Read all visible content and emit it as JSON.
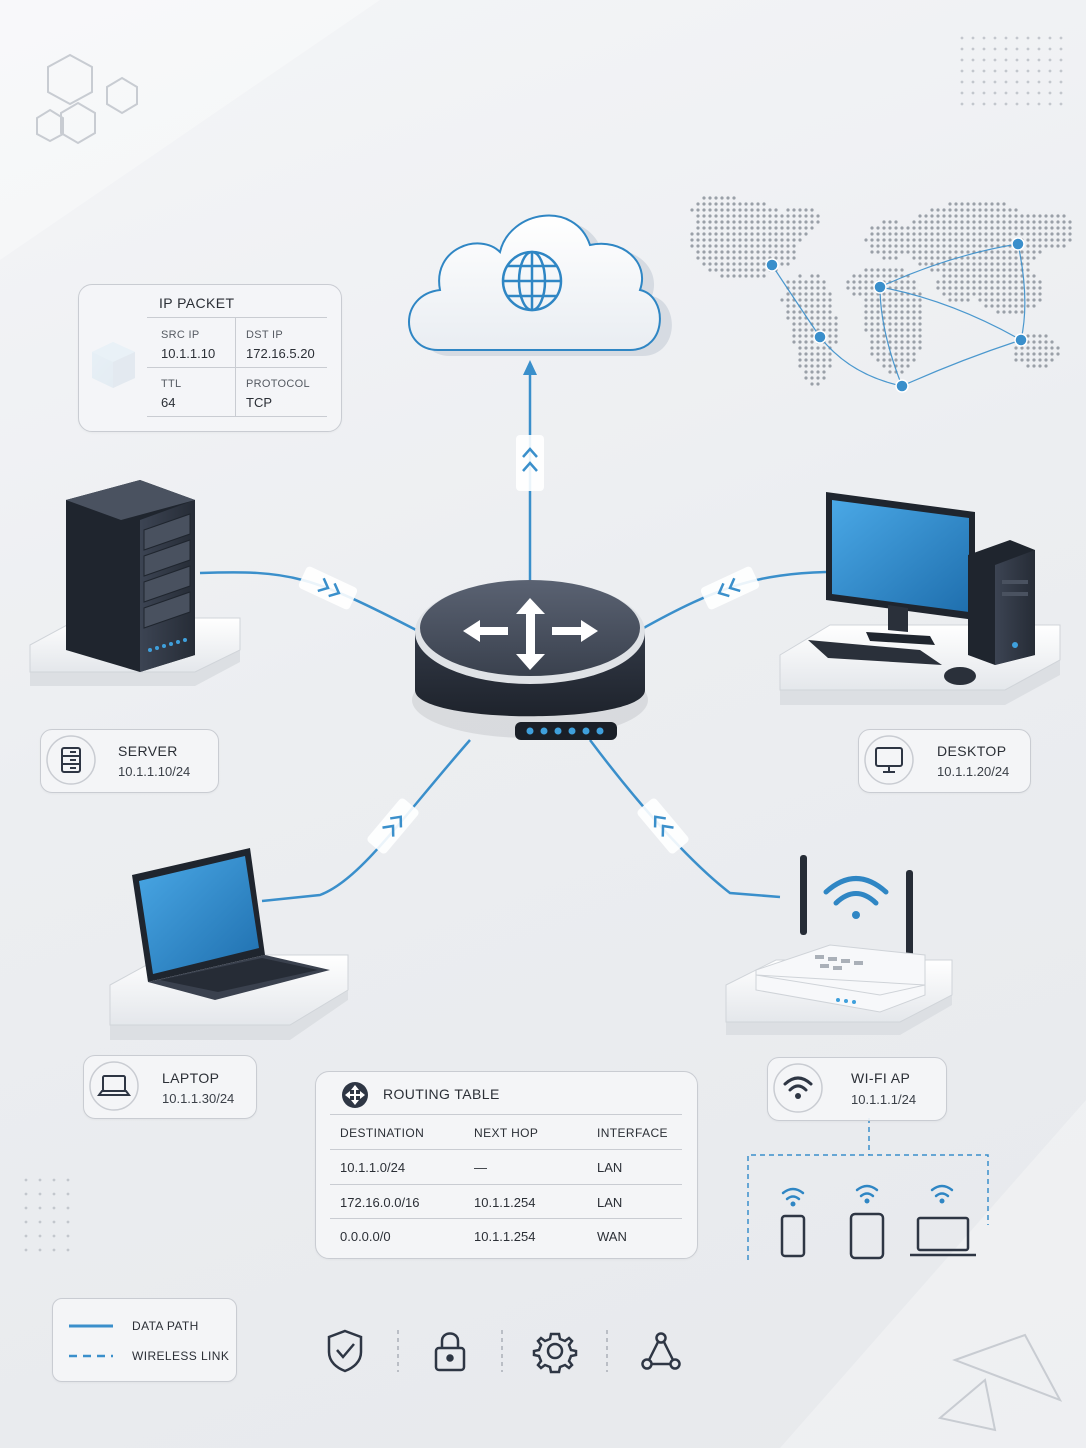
{
  "ip_packet": {
    "title": "IP PACKET",
    "src_ip_label": "SRC IP",
    "src_ip": "10.1.1.10",
    "dst_ip_label": "DST IP",
    "dst_ip": "172.16.5.20",
    "ttl_label": "TTL",
    "ttl": "64",
    "protocol_label": "PROTOCOL",
    "protocol": "TCP"
  },
  "devices": {
    "server": {
      "name": "SERVER",
      "ip": "10.1.1.10/24"
    },
    "desktop": {
      "name": "DESKTOP",
      "ip": "10.1.1.20/24"
    },
    "laptop": {
      "name": "LAPTOP",
      "ip": "10.1.1.30/24"
    },
    "wifi_ap": {
      "name": "WI-FI AP",
      "ip": "10.1.1.1/24"
    }
  },
  "routing_table": {
    "title": "ROUTING TABLE",
    "headers": [
      "DESTINATION",
      "NEXT HOP",
      "INTERFACE"
    ],
    "rows": [
      [
        "10.1.1.0/24",
        "—",
        "LAN"
      ],
      [
        "172.16.0.0/16",
        "10.1.1.254",
        "LAN"
      ],
      [
        "0.0.0.0/0",
        "10.1.1.254",
        "WAN"
      ]
    ]
  },
  "legend": {
    "data_path": "DATA PATH",
    "wireless_link": "WIRELESS LINK"
  },
  "colors": {
    "accent": "#2f86c4",
    "dark": "#2e3644",
    "line": "#3a8fcb"
  },
  "icons": [
    "shield-check-icon",
    "lock-icon",
    "gear-icon",
    "network-nodes-icon"
  ]
}
